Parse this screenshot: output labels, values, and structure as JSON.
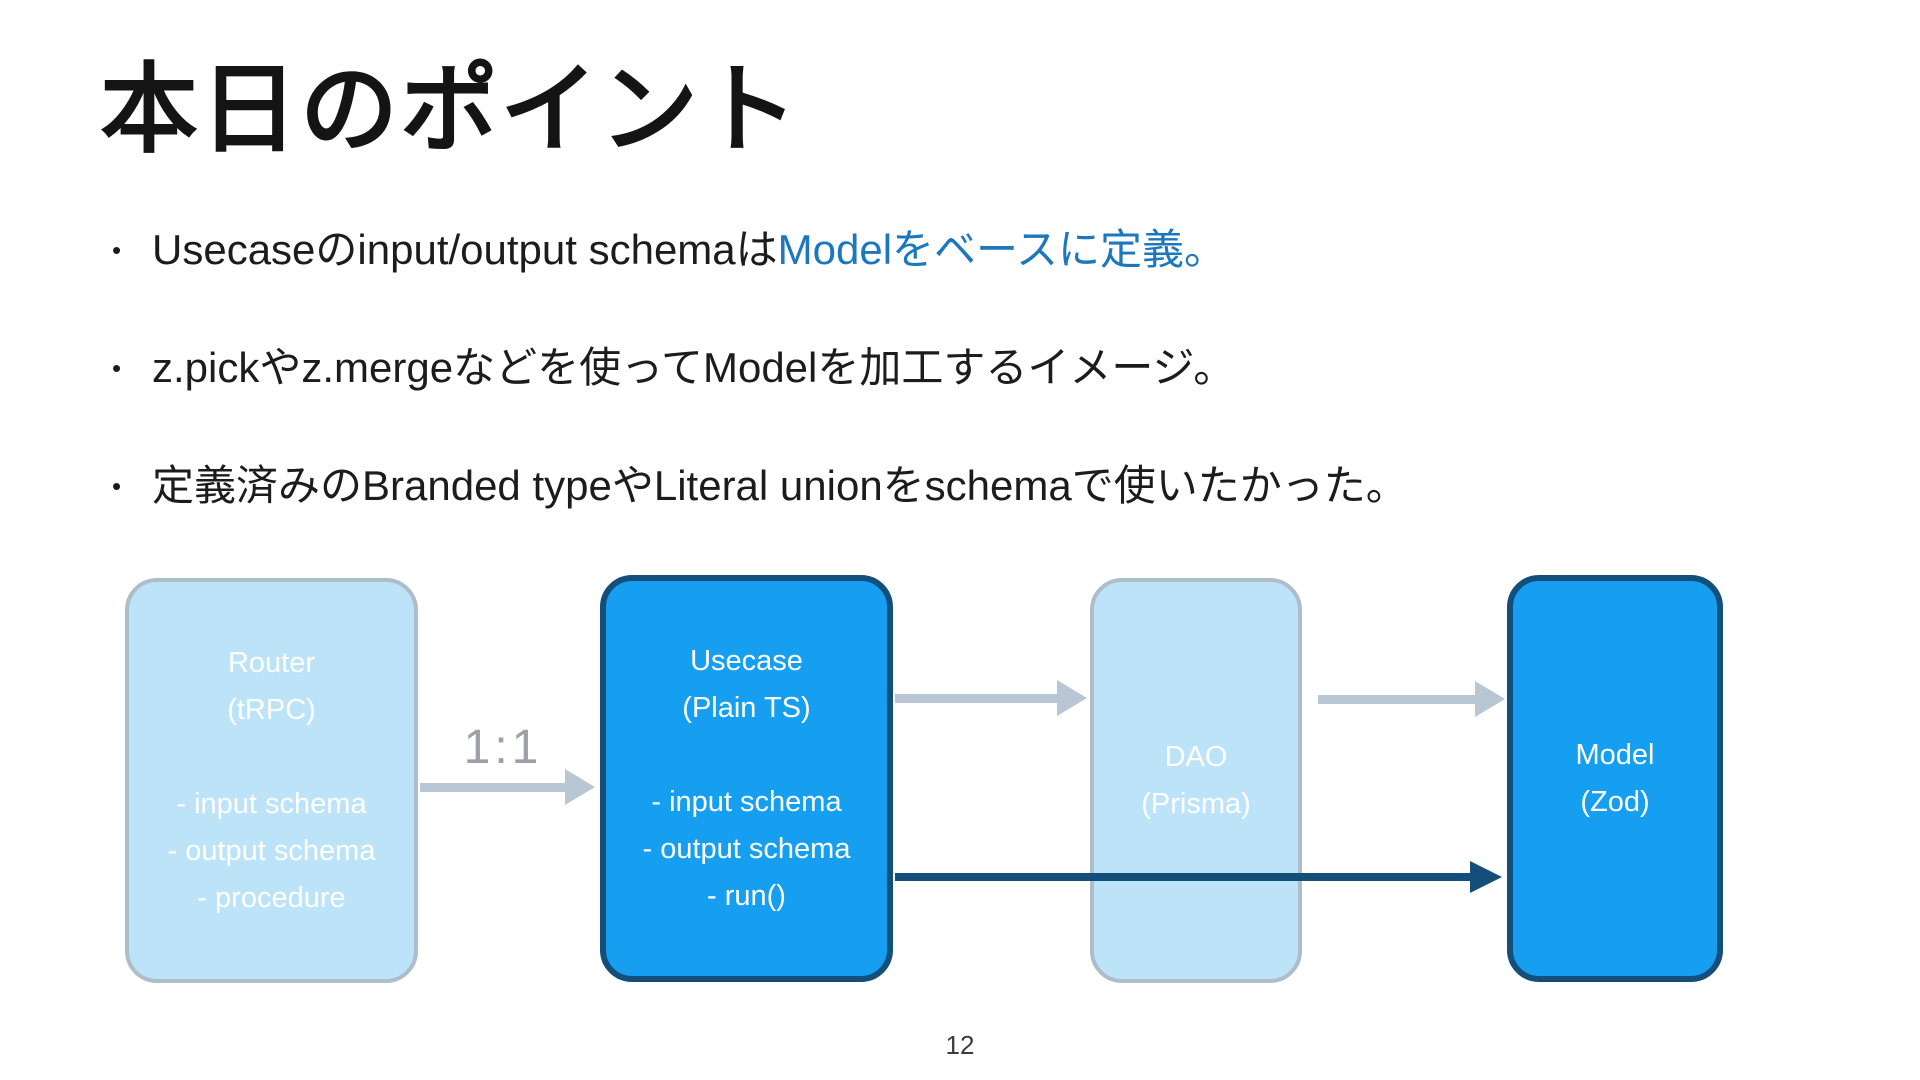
{
  "slide": {
    "title": "本日のポイント",
    "bullet_char": "•",
    "bullets": [
      {
        "text_black": "Usecaseのinput/output schemaは",
        "text_blue": "Modelをベースに定義。"
      },
      {
        "text_black": "z.pickやz.mergeなどを使ってModelを加工するイメージ。",
        "text_blue": ""
      },
      {
        "text_black": "定義済みのBranded typeやLiteral unionをschemaで使いたかった。",
        "text_blue": ""
      }
    ],
    "page_number": "12"
  },
  "diagram": {
    "arrow_label": "1:1",
    "boxes": [
      {
        "name": "router",
        "style": "muted",
        "lines": [
          "Router",
          "(tRPC)",
          "",
          "- input schema",
          "- output schema",
          "- procedure"
        ]
      },
      {
        "name": "usecase",
        "style": "active",
        "lines": [
          "Usecase",
          "(Plain TS)",
          "",
          "- input schema",
          "- output schema",
          "- run()"
        ]
      },
      {
        "name": "dao",
        "style": "muted",
        "lines": [
          "DAO",
          "(Prisma)"
        ]
      },
      {
        "name": "model",
        "style": "active",
        "lines": [
          "Model",
          "(Zod)"
        ]
      }
    ]
  },
  "theme": {
    "colors": {
      "accent-blue": "#1b77be",
      "box-muted-fill": "#bde3f8",
      "box-muted-border": "#afbcc9",
      "box-active-fill": "#169ff1",
      "box-active-border": "#134f7a",
      "arrow-gray": "#b9c6d3",
      "arrow-navy": "#134f7a",
      "label-gray": "#9ba1a7"
    }
  }
}
